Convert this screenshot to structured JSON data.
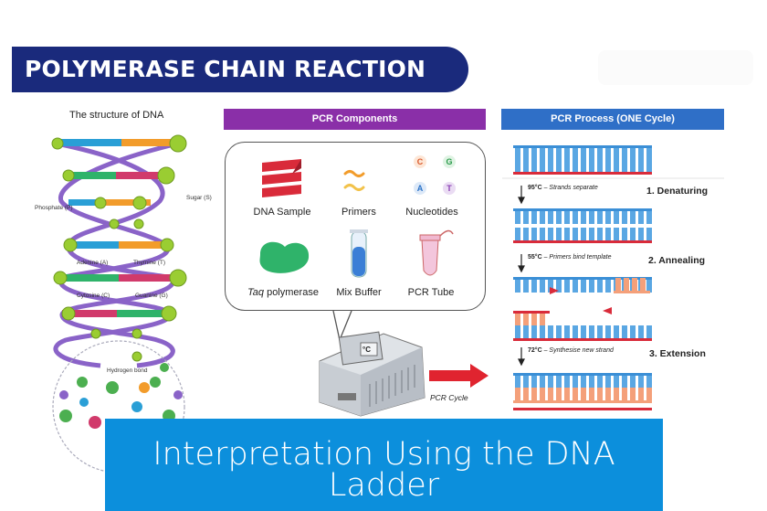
{
  "banner_title": "POLYMERASE CHAIN REACTION",
  "dna": {
    "title": "The structure of DNA",
    "labels": {
      "phosphate": "Phosphate (P)",
      "sugar": "Sugar (S)",
      "adenine": "Adenine (A)",
      "thymine": "Thymine (T)",
      "cytosine": "Cytosine (C)",
      "guanine": "Guanine (G)",
      "hydrogen_bond": "Hydrogen bond"
    }
  },
  "components": {
    "header": "PCR Components",
    "items": [
      "DNA Sample",
      "Primers",
      "Nucleotides",
      "Taq polymerase",
      "Mix Buffer",
      "PCR Tube"
    ],
    "nucleotide_letters": [
      "C",
      "G",
      "A",
      "T"
    ],
    "taq_italic": "Taq",
    "taq_rest": " polymerase"
  },
  "process": {
    "header": "PCR Process  (ONE Cycle)",
    "steps": [
      {
        "temp": "95°C",
        "desc": " – Strands separate",
        "name": "1. Denaturing"
      },
      {
        "temp": "55°C",
        "desc": " – Primers bind template",
        "name": "2. Annealing"
      },
      {
        "temp": "72°C",
        "desc": " – Synthesise new strand",
        "name": "3. Extension"
      }
    ]
  },
  "pcr_cycle_label": "PCR Cycle",
  "thermocycler_display": "°C",
  "caption": "Interpretation Using the DNA Ladder",
  "colors": {
    "banner": "#1a2a7c",
    "components_header": "#8a2fa8",
    "process_header": "#2f6fc7",
    "caption_bg": "#0c8fdc",
    "strand_blue": "#3b8fd6",
    "strand_red": "#d92b3a",
    "new_strand": "#f4a07a"
  }
}
